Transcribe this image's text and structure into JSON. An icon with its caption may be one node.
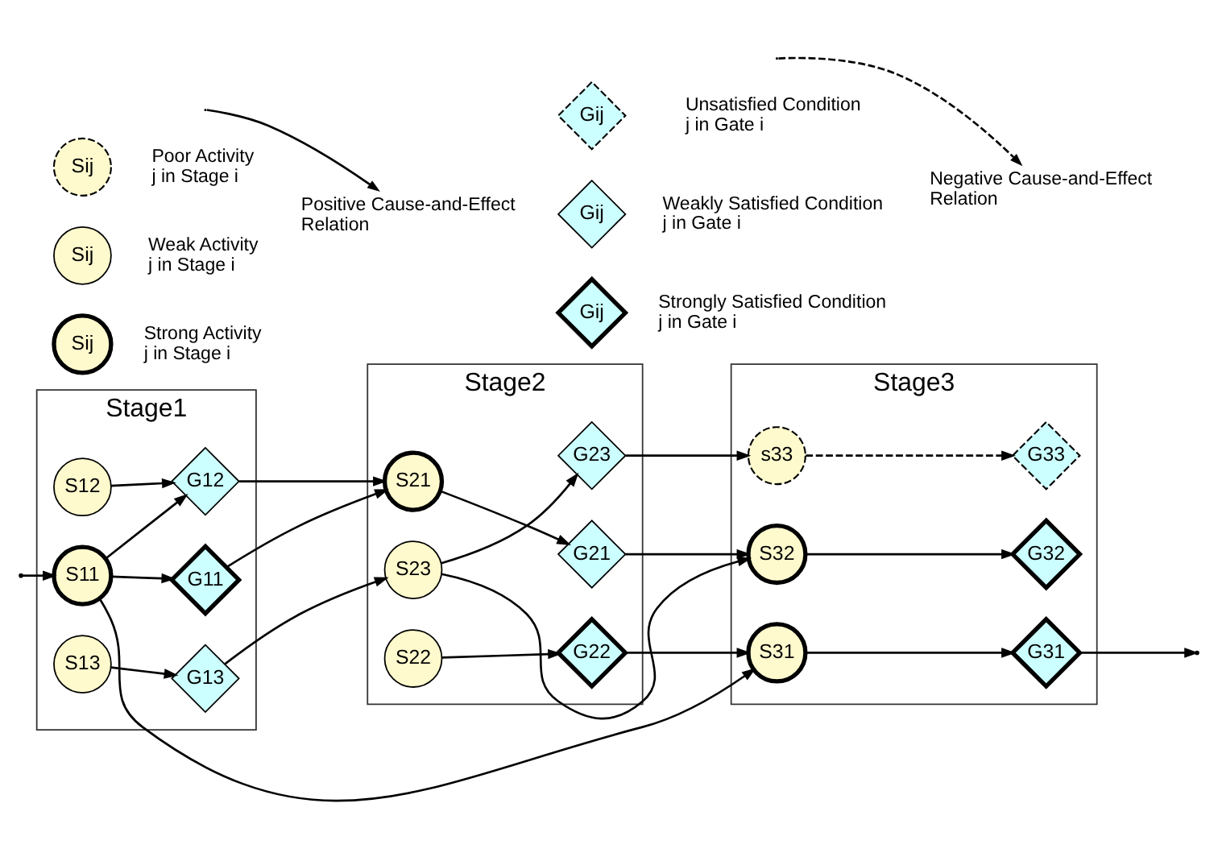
{
  "diagram": {
    "nodes": [
      {
        "text": [
          "Stage1"
        ]
      },
      {
        "text": [
          "Stage2"
        ]
      },
      {
        "text": [
          "Stage3"
        ]
      },
      {
        "text": [
          "S11"
        ],
        "in": 0
      },
      {
        "text": [
          "G11"
        ],
        "in": 0
      },
      {
        "text": [
          "S12"
        ],
        "in": 0
      },
      {
        "text": [
          "G12"
        ],
        "in": 0
      },
      {
        "text": [
          "S13"
        ],
        "in": 0
      },
      {
        "text": [
          "G13"
        ],
        "in": 0
      },
      {
        "text": [
          "S21"
        ],
        "in": 1
      },
      {
        "text": [
          "G21"
        ],
        "in": 1
      },
      {
        "text": [
          "S22"
        ],
        "in": 1
      },
      {
        "text": [
          "G22"
        ],
        "in": 1
      },
      {
        "text": [
          "S23"
        ],
        "in": 1
      },
      {
        "text": [
          "G23"
        ],
        "in": 1
      },
      {
        "text": [
          "S31"
        ],
        "in": 2
      },
      {
        "text": [
          "G31"
        ],
        "in": 2
      },
      {
        "text": [
          "S32"
        ],
        "in": 2
      },
      {
        "text": [
          "G32"
        ],
        "in": 2
      },
      {
        "text": [
          "s33"
        ],
        "in": 2
      },
      {
        "text": [
          "G33"
        ],
        "in": 2
      },
      {
        "text": [
          "Sij"
        ],
        "beside": [
          "Strong Activity j in Stage i"
        ]
      },
      {
        "text": [
          "Sij"
        ],
        "beside": [
          "Weak Activity j in Stage i"
        ]
      },
      {
        "text": [
          "Sij"
        ],
        "beside": [
          "Poor Activity j in Stage i"
        ]
      },
      {
        "text": [
          "Gij"
        ],
        "beside": [
          "Strongly Satisfied Condition j in Gate i"
        ]
      },
      {
        "text": [
          "Gij"
        ],
        "beside": [
          "Weakly Satisfied Condition j in Gate i"
        ]
      },
      {
        "text": [
          "Gij"
        ],
        "beside": [
          "Unsatisfied Condition j in Gate i"
        ]
      }
    ],
    "edges": [
      {
        "from": null,
        "to": 3,
        "arrow": "to"
      },
      {
        "from": 3,
        "to": 4,
        "arrow": "to"
      },
      {
        "from": 3,
        "to": 6,
        "arrow": "to"
      },
      {
        "from": 3,
        "to": 15,
        "arrow": "to"
      },
      {
        "from": 4,
        "to": 9,
        "arrow": "to"
      },
      {
        "from": 5,
        "to": 6,
        "arrow": "to"
      },
      {
        "from": 6,
        "to": 9,
        "arrow": "to"
      },
      {
        "from": 7,
        "to": 8,
        "arrow": "to"
      },
      {
        "from": 8,
        "to": 13,
        "arrow": "to"
      },
      {
        "from": 9,
        "to": 10,
        "arrow": "to"
      },
      {
        "from": 10,
        "to": 17,
        "arrow": "to"
      },
      {
        "from": 11,
        "to": 12,
        "arrow": "to"
      },
      {
        "from": 12,
        "to": 15,
        "arrow": "to"
      },
      {
        "from": 13,
        "to": 14,
        "arrow": "to"
      },
      {
        "from": 13,
        "to": 17,
        "arrow": "to"
      },
      {
        "from": 14,
        "to": 19,
        "arrow": "to"
      },
      {
        "from": 15,
        "to": 16,
        "arrow": "to"
      },
      {
        "from": 16,
        "to": null,
        "arrow": "to"
      },
      {
        "from": 17,
        "to": 18,
        "arrow": "to"
      },
      {
        "from": 19,
        "to": 20,
        "arrow": "to",
        "style": "dashed"
      }
    ],
    "legend": [
      {
        "text": "Positive Cause-and-Effect Relation"
      },
      {
        "text": "Negative Cause-and-Effect Relation"
      }
    ]
  }
}
